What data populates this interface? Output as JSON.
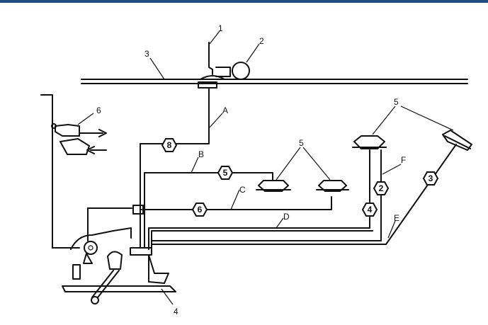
{
  "colors": {
    "header_bar": "#1f4f82",
    "line": "#111111",
    "background": "#ffffff"
  },
  "callouts": {
    "n1": "1",
    "n2": "2",
    "n3": "3",
    "n4": "4",
    "n5a": "5",
    "n5b": "5",
    "n6": "6"
  },
  "line_letters": {
    "A": "A",
    "B": "B",
    "C": "C",
    "D": "D",
    "E": "E",
    "F": "F"
  },
  "hose_numbers": {
    "A": "8",
    "B": "5",
    "C": "6",
    "D": "4",
    "E": "3",
    "F": "2"
  },
  "icons": [
    "vacuum-source",
    "check-valve",
    "vacuum-diaphragm",
    "control-panel",
    "water-valve"
  ]
}
